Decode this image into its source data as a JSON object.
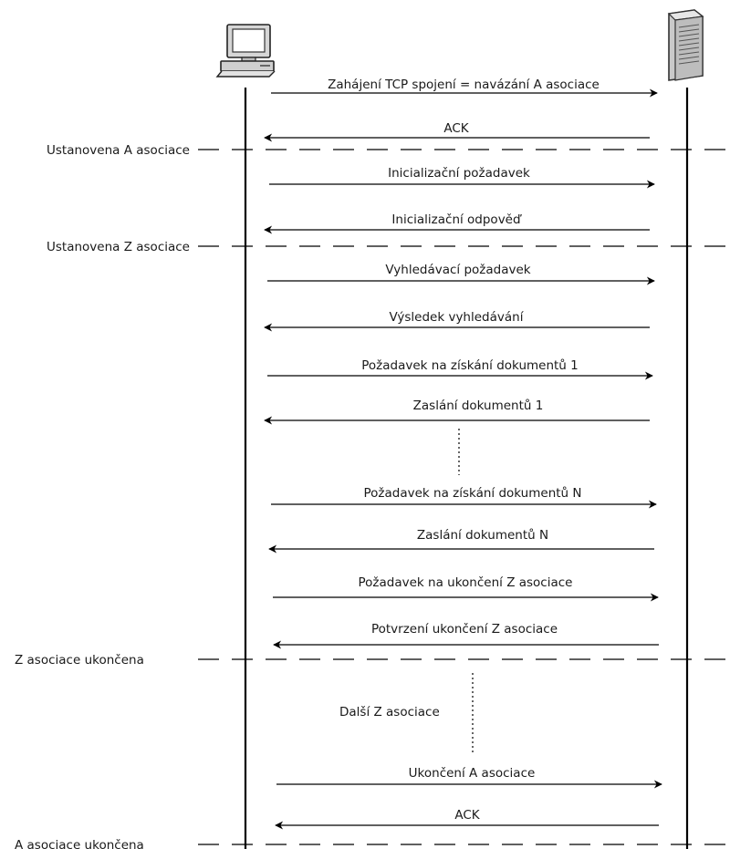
{
  "participants": {
    "client": {
      "icon": "computer-icon"
    },
    "server": {
      "icon": "server-tower-icon"
    }
  },
  "messages": [
    {
      "label": "Zahájení TCP spojení = navázání A asociace",
      "direction": "right"
    },
    {
      "label": "ACK",
      "direction": "left"
    },
    {
      "label": "Inicializační požadavek",
      "direction": "right"
    },
    {
      "label": "Inicializační odpověď",
      "direction": "left"
    },
    {
      "label": "Vyhledávací požadavek",
      "direction": "right"
    },
    {
      "label": "Výsledek vyhledávání",
      "direction": "left"
    },
    {
      "label": "Požadavek na získání dokumentů 1",
      "direction": "right"
    },
    {
      "label": "Zaslání dokumentů 1",
      "direction": "left"
    },
    {
      "label": "Požadavek na získání dokumentů N",
      "direction": "right"
    },
    {
      "label": "Zaslání dokumentů N",
      "direction": "left"
    },
    {
      "label": "Požadavek na ukončení Z asociace",
      "direction": "right"
    },
    {
      "label": "Potvrzení ukončení Z asociace",
      "direction": "left"
    },
    {
      "label": "Ukončení A asociace",
      "direction": "right"
    },
    {
      "label": "ACK",
      "direction": "left"
    }
  ],
  "phases": [
    {
      "label": "Ustanovena A asociace"
    },
    {
      "label": "Ustanovena Z asociace"
    },
    {
      "label": "Z asociace ukončena"
    },
    {
      "label": "A asociace ukončena"
    }
  ],
  "notes": {
    "more_z": "Další Z asociace"
  }
}
